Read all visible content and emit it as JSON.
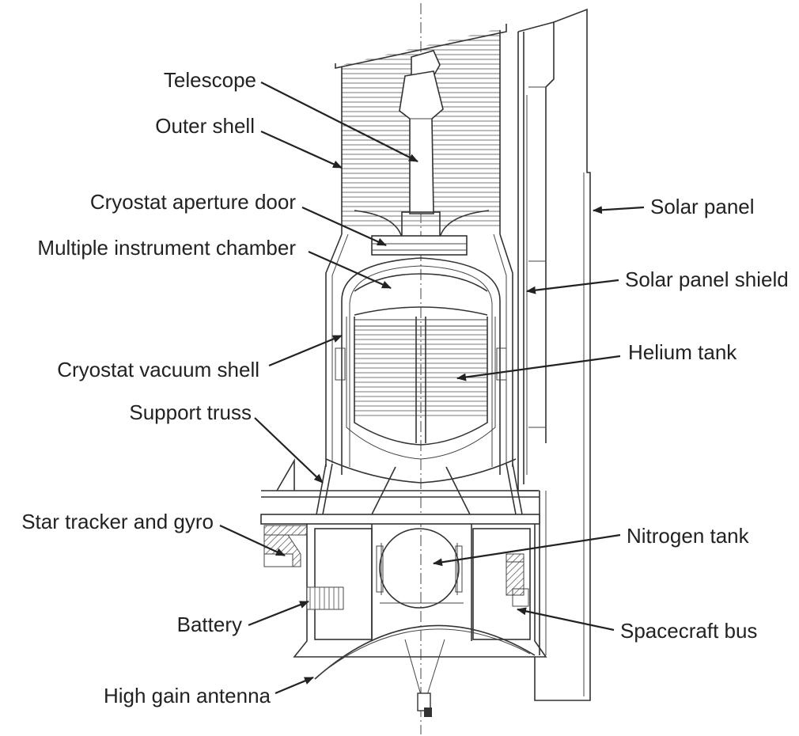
{
  "colors": {
    "ink": "#222222",
    "line": "#333333",
    "background": "#ffffff"
  },
  "labels": {
    "telescope": "Telescope",
    "outer_shell": "Outer shell",
    "cryostat_aperture_door": "Cryostat aperture door",
    "multiple_instrument_chamber": "Multiple instrument chamber",
    "cryostat_vacuum_shell": "Cryostat vacuum shell",
    "support_truss": "Support truss",
    "star_tracker_and_gyro": "Star tracker and gyro",
    "battery": "Battery",
    "high_gain_antenna": "High gain antenna",
    "solar_panel": "Solar panel",
    "solar_panel_shield": "Solar panel shield",
    "helium_tank": "Helium tank",
    "nitrogen_tank": "Nitrogen tank",
    "spacecraft_bus": "Spacecraft bus"
  }
}
